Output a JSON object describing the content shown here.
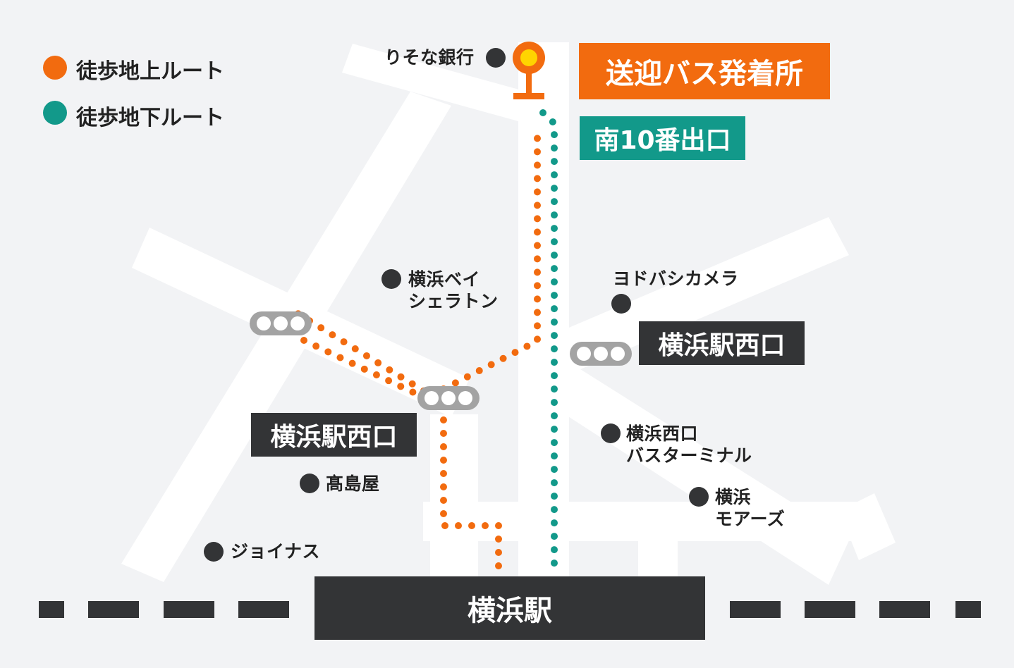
{
  "colors": {
    "background": "#f2f3f5",
    "road": "#ffffff",
    "walk_surface": "#f26b0f",
    "walk_underground": "#12998a",
    "label_dark": "#333436",
    "marker": "#333436",
    "signal": "#a3a3a3",
    "stop_yellow": "#ffd400"
  },
  "legend": {
    "surface_route": "徒歩地上ルート",
    "underground_route": "徒歩地下ルート"
  },
  "labels": {
    "bus_stop": "送迎バス発着所",
    "south_exit": "南10番出口",
    "west_exit_right": "横浜駅西口",
    "west_exit_left": "横浜駅西口",
    "station": "横浜駅"
  },
  "landmarks": {
    "resona": "りそな銀行",
    "sheraton_line1": "横浜ベイ",
    "sheraton_line2": "シェラトン",
    "yodobashi": "ヨドバシカメラ",
    "terminal_line1": "横浜西口",
    "terminal_line2": "バスターミナル",
    "takashimaya": "髙島屋",
    "mores_line1": "横浜",
    "mores_line2": "モアーズ",
    "joinus": "ジョイナス"
  },
  "icons": {
    "bus_stop": "bus-stop-pin-icon",
    "traffic_signal": "traffic-signal-icon",
    "landmark": "landmark-dot-icon",
    "legend": "legend-dot-icon"
  }
}
